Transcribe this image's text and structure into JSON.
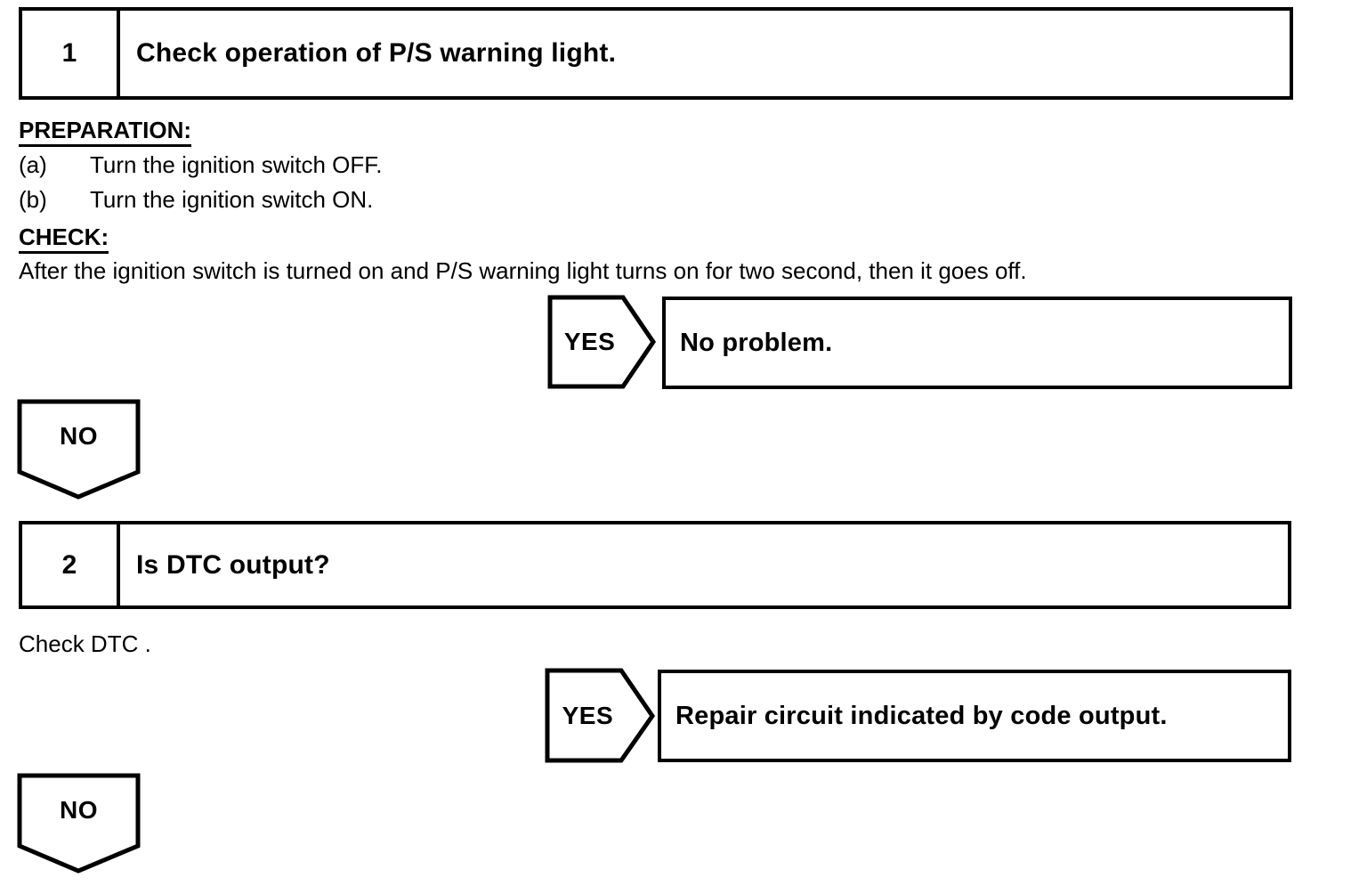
{
  "document": {
    "type": "troubleshooting-flowchart",
    "title": "P/S warning light diagnostic flow"
  },
  "steps": [
    {
      "number": "1",
      "title": "Check operation of P/S warning light.",
      "sections": [
        {
          "heading": "PREPARATION:",
          "items": [
            {
              "label": "(a)",
              "text": "Turn the ignition switch OFF."
            },
            {
              "label": "(b)",
              "text": "Turn the ignition switch ON."
            }
          ]
        },
        {
          "heading": "CHECK:",
          "body": "After the ignition switch is turned on and P/S warning light turns on for two second, then it goes off."
        }
      ],
      "yes": {
        "label": "YES",
        "result": "No problem."
      },
      "no": {
        "label": "NO"
      }
    },
    {
      "number": "2",
      "title": "Is DTC output?",
      "note": "Check DTC .",
      "yes": {
        "label": "YES",
        "result": "Repair circuit indicated by code output."
      },
      "no": {
        "label": "NO"
      }
    }
  ],
  "colors": {
    "ink": "#000000",
    "paper": "#ffffff"
  }
}
